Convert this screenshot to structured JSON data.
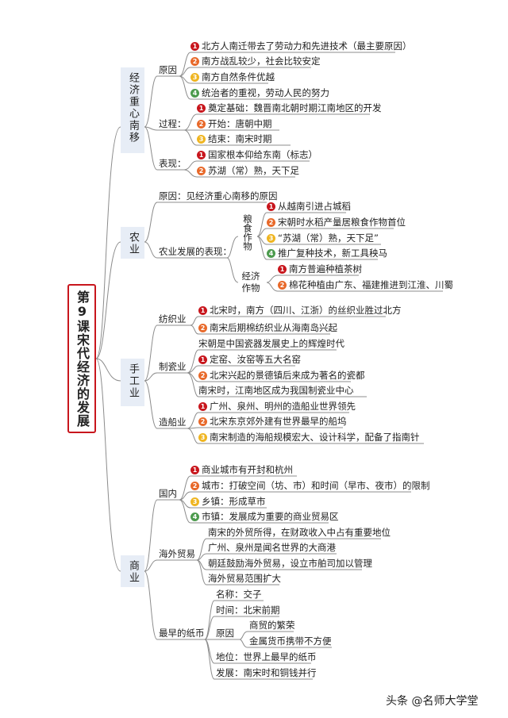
{
  "root": "第9课宋代经济的发展",
  "watermark": "头条 @名师大学堂",
  "sections": {
    "s1": {
      "title": "经济重心南移",
      "yuanyin": {
        "label": "原因",
        "items": [
          "北方人南迁带去了劳动力和先进技术（最主要原因）",
          "南方战乱较少，社会比较安定",
          "南方自然条件优越",
          "统治者的重视，劳动人民的努力"
        ]
      },
      "guocheng": {
        "label": "过程：",
        "items": [
          "奠定基础：魏晋南北朝时期江南地区的开发",
          "开始：唐朝中期",
          "结束：南宋时期"
        ]
      },
      "biaoxian": {
        "label": "表现：",
        "items": [
          "国家根本仰给东南（标志）",
          "苏湖（常）熟，天下足"
        ]
      }
    },
    "s2": {
      "title": "农业",
      "yuanyin": "原因：见经济重心南移的原因",
      "fazhan": "农业发展的表现：",
      "liangshi": {
        "label": "粮食作物",
        "items": [
          "从越南引进占城稻",
          "宋朝时水稻产量居粮食作物首位",
          "“苏湖（常）熟，天下足”",
          "推广复种技术，新工具秧马"
        ]
      },
      "jingji": {
        "label": "经济作物",
        "items": [
          "南方普遍种植茶树",
          "棉花种植由广东、福建推进到江淮、川蜀"
        ]
      }
    },
    "s3": {
      "title": "手工业",
      "fangzhi": {
        "label": "纺织业",
        "items": [
          "北宋时，南方（四川、江浙）的丝织业胜过北方",
          "南宋后期棉纺织业从海南岛兴起"
        ]
      },
      "ciqi": {
        "label": "制瓷业",
        "top": "宋朝是中国瓷器发展史上的辉煌时代",
        "items": [
          "定窑、汝窑等五大名窑",
          "北宋兴起的景德镇后来成为著名的瓷都"
        ],
        "bottom": "南宋时，江南地区成为我国制瓷业中心"
      },
      "zaochuan": {
        "label": "造船业",
        "items": [
          "广州、泉州、明州的造船业世界领先",
          "北宋东京郊外建有世界最早的船坞",
          "南宋制造的海船规模宏大、设计科学，配备了指南针"
        ]
      }
    },
    "s4": {
      "title": "商业",
      "guonei": {
        "label": "国内",
        "items": [
          "商业城市有开封和杭州",
          "城市：打破空间（坊、市）和时间（早市、夜市）的限制",
          "乡镇：形成草市",
          "市镇：发展成为重要的商业贸易区"
        ]
      },
      "haiwai": {
        "label": "海外贸易",
        "items": [
          "南宋的外贸所得，在财政收入中占有重要地位",
          "广州、泉州是闻名世界的大商港",
          "朝廷鼓励海外贸易，设立市舶司加以管理",
          "海外贸易范围扩大"
        ]
      },
      "zhibi": {
        "label": "最早的纸币",
        "mingcheng": "名称：交子",
        "shijian": "时间：北宋前期",
        "yuanyin": "原因",
        "yuanyin_items": [
          "商贸的繁荣",
          "金属货币携带不方便"
        ],
        "diwei": "地位：世界上最早的纸币",
        "fazhan": "发展：南宋时和铜钱并行"
      }
    }
  },
  "colors": {
    "root_border": "#c8161d",
    "category_bg": "#e7edf6",
    "num1": "#c8161d",
    "num2": "#e8692a",
    "num3": "#efb521",
    "num4": "#4d9b4e",
    "line": "#8c8c8c"
  }
}
